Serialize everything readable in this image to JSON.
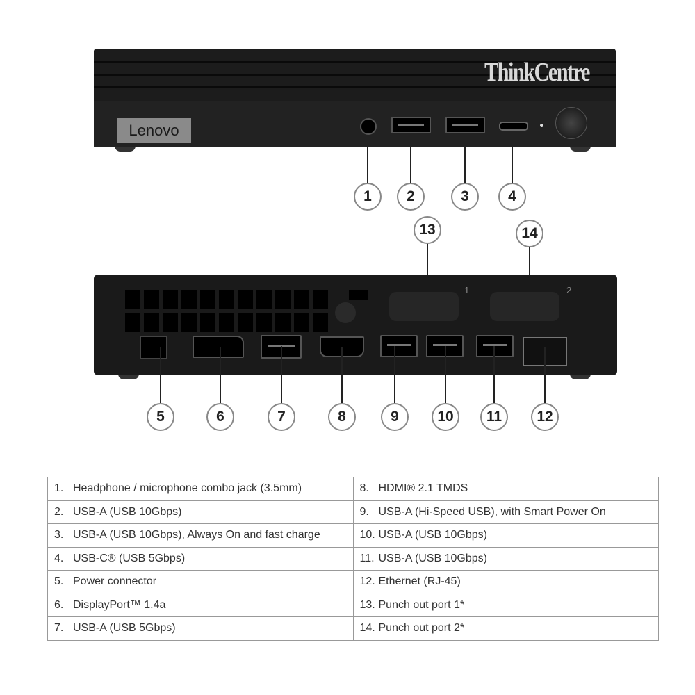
{
  "front": {
    "brand_badge": "Lenovo",
    "model_logo": "ThinkCentre"
  },
  "callouts": {
    "front": [
      "1",
      "2",
      "3",
      "4"
    ],
    "top": [
      "13",
      "14"
    ],
    "back": [
      "5",
      "6",
      "7",
      "8",
      "9",
      "10",
      "11",
      "12"
    ]
  },
  "back": {
    "punch_labels": [
      "1",
      "2"
    ]
  },
  "table": {
    "left": [
      {
        "num": "1.",
        "label": "Headphone / microphone combo jack (3.5mm)"
      },
      {
        "num": "2.",
        "label": "USB-A (USB 10Gbps)"
      },
      {
        "num": "3.",
        "label": "USB-A (USB 10Gbps), Always On and fast charge"
      },
      {
        "num": "4.",
        "label": "USB-C® (USB 5Gbps)"
      },
      {
        "num": "5.",
        "label": "Power connector"
      },
      {
        "num": "6.",
        "label": "DisplayPort™ 1.4a"
      },
      {
        "num": "7.",
        "label": "USB-A (USB 5Gbps)"
      }
    ],
    "right": [
      {
        "num": "8.",
        "label": "HDMI® 2.1 TMDS"
      },
      {
        "num": "9.",
        "label": "USB-A (Hi-Speed USB), with Smart Power On"
      },
      {
        "num": "10.",
        "label": "USB-A (USB 10Gbps)"
      },
      {
        "num": "11.",
        "label": "USB-A (USB 10Gbps)"
      },
      {
        "num": "12.",
        "label": "Ethernet (RJ-45)"
      },
      {
        "num": "13.",
        "label": "Punch out port 1*"
      },
      {
        "num": "14.",
        "label": "Punch out port 2*"
      }
    ]
  }
}
